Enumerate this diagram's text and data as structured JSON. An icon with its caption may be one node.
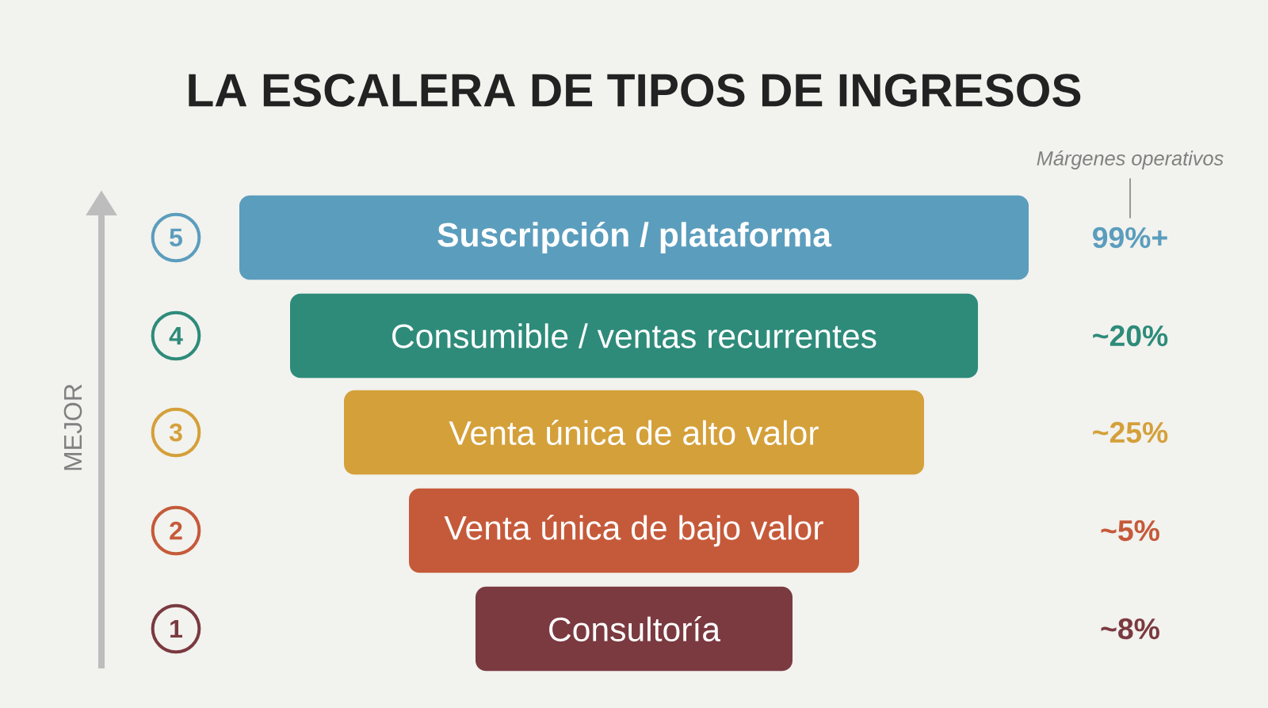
{
  "diagram": {
    "title": "LA ESCALERA DE TIPOS DE INGRESOS",
    "nodes": [
      {
        "text": [
          "Márgenes operativos"
        ]
      },
      {
        "text": [
          "5"
        ]
      },
      {
        "text": [
          "Suscripción / plataforma"
        ]
      },
      {
        "text": [
          "99%+"
        ]
      },
      {
        "text": [
          "4"
        ]
      },
      {
        "text": [
          "Consumible / ventas recurrentes"
        ]
      },
      {
        "text": [
          "~20%"
        ]
      },
      {
        "text": [
          "3"
        ]
      },
      {
        "text": [
          "Venta única de alto valor"
        ]
      },
      {
        "text": [
          "~25%"
        ]
      },
      {
        "text": [
          "2"
        ]
      },
      {
        "text": [
          "Venta única de bajo valor"
        ]
      },
      {
        "text": [
          "~5%"
        ]
      },
      {
        "text": [
          "1"
        ]
      },
      {
        "text": [
          "Consultoría"
        ]
      },
      {
        "text": [
          "~8%"
        ]
      }
    ],
    "edges": [
      {
        "from": 0,
        "to": 3,
        "arrow": "none"
      }
    ],
    "labels": [
      "MEJOR"
    ]
  }
}
